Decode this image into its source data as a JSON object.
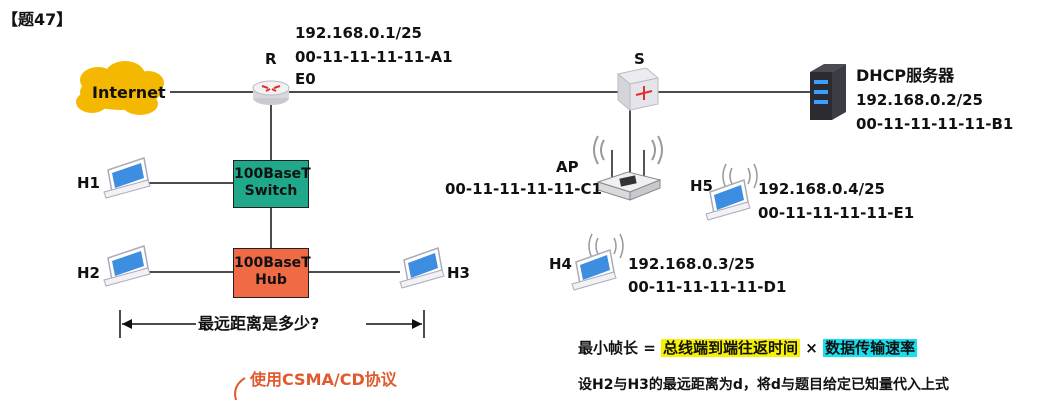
{
  "question_label": "【题47】",
  "router": {
    "label": "R",
    "ip": "192.168.0.1/25",
    "mac": "00-11-11-11-11-A1",
    "port": "E0"
  },
  "internet_label": "Internet",
  "switch_s_label": "S",
  "dhcp": {
    "title": "DHCP服务器",
    "ip": "192.168.0.2/25",
    "mac": "00-11-11-11-11-B1"
  },
  "ap": {
    "label": "AP",
    "mac": "00-11-11-11-11-C1"
  },
  "h5": {
    "label": "H5",
    "ip": "192.168.0.4/25",
    "mac": "00-11-11-11-11-E1"
  },
  "h4": {
    "label": "H4",
    "ip": "192.168.0.3/25",
    "mac": "00-11-11-11-11-D1"
  },
  "h1": {
    "label": "H1"
  },
  "h2": {
    "label": "H2"
  },
  "h3": {
    "label": "H3"
  },
  "switch_box": {
    "line1": "100BaseT",
    "line2": "Switch",
    "color": "#1fa98a"
  },
  "hub_box": {
    "line1": "100BaseT",
    "line2": "Hub",
    "color": "#f06a45"
  },
  "distance_question": "最远距离是多少?",
  "protocol_note": "使用CSMA/CD协议",
  "formula": {
    "prefix": "最小帧长 =",
    "term1": "总线端到端往返时间",
    "times": "×",
    "term2": "数据传输速率"
  },
  "hint": "设H2与H3的最远距离为d，将d与题目给定已知量代入上式"
}
